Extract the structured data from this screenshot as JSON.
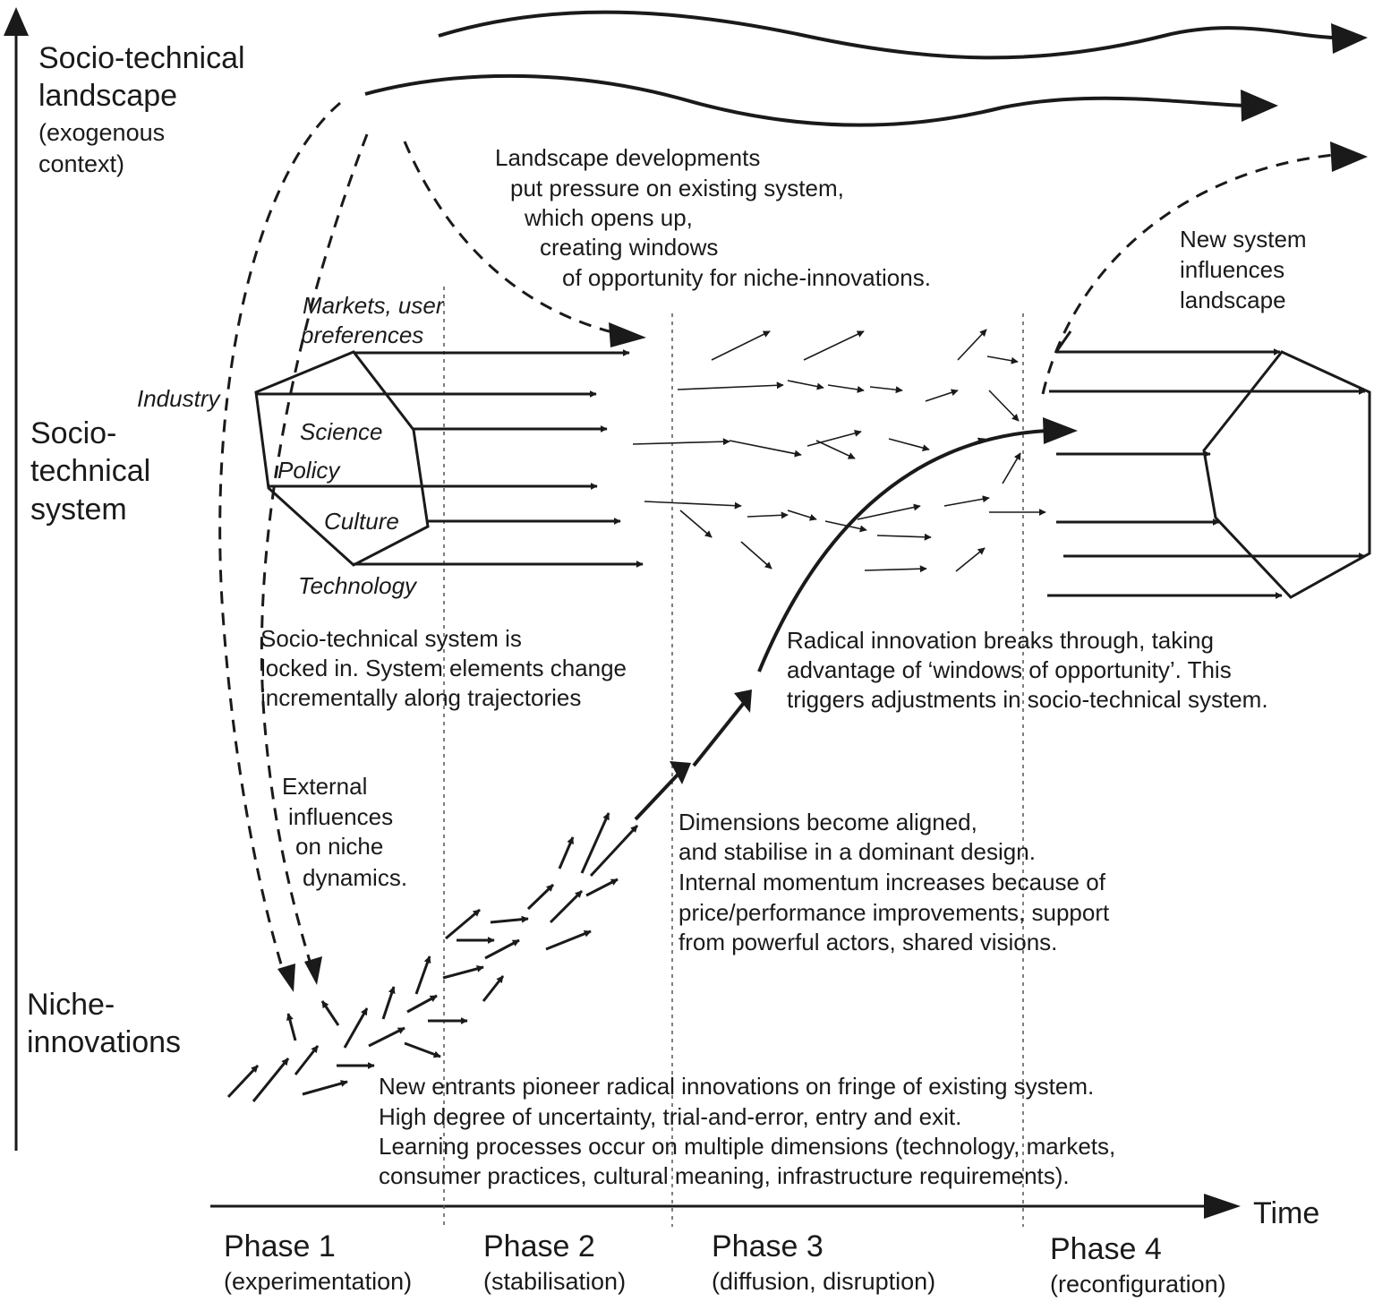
{
  "levels": {
    "landscape": [
      "Socio-technical",
      "landscape",
      "(exogenous",
      "context)"
    ],
    "system": [
      "Socio-",
      "technical",
      "system"
    ],
    "niche": [
      "Niche-",
      "innovations"
    ]
  },
  "axis": {
    "time_label": "Time"
  },
  "phases": [
    {
      "name": "Phase 1",
      "desc": "(experimentation)"
    },
    {
      "name": "Phase 2",
      "desc": "(stabilisation)"
    },
    {
      "name": "Phase 3",
      "desc": "(diffusion, disruption)"
    },
    {
      "name": "Phase 4",
      "desc": "(reconfiguration)"
    }
  ],
  "hexagon_labels": {
    "markets": [
      "Markets, user",
      "preferences"
    ],
    "industry": "Industry",
    "science": "Science",
    "policy": "Policy",
    "culture": "Culture",
    "technology": "Technology"
  },
  "annotations": {
    "landscape_pressure": [
      "Landscape  developments",
      "put pressure on existing system,",
      "which opens up,",
      "creating windows",
      "of opportunity for niche-innovations."
    ],
    "new_system": [
      "New  system",
      "influences",
      "landscape"
    ],
    "locked_in": [
      "Socio-technical system is",
      "locked in. System elements change",
      "incrementally along trajectories"
    ],
    "breakthrough": [
      "Radical innovation breaks through, taking",
      "advantage of ‘windows of opportunity’. This",
      "triggers adjustments in socio-technical system."
    ],
    "external": [
      "External",
      "influences",
      "on niche",
      "dynamics."
    ],
    "aligned": [
      "Dimensions become aligned,",
      "and stabilise in a dominant design.",
      "Internal momentum increases because of",
      "price/performance improvements, support",
      "from powerful actors, shared visions."
    ],
    "new_entrants": [
      "New entrants pioneer radical innovations on fringe of existing system.",
      "High degree of uncertainty, trial-and-error, entry and exit.",
      "Learning processes occur on multiple dimensions (technology, markets,",
      "consumer practices, cultural meaning, infrastructure requirements)."
    ]
  }
}
